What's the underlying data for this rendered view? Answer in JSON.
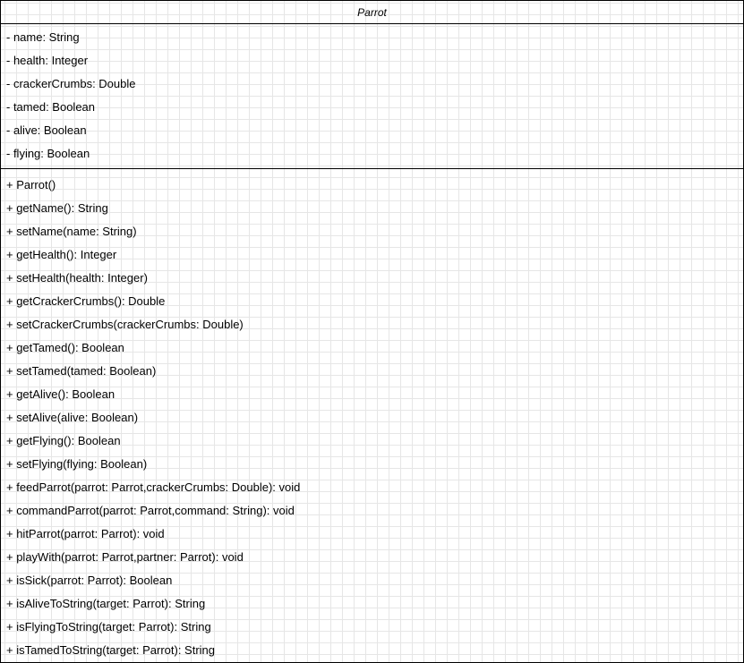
{
  "uml_class": {
    "name": "Parrot",
    "attributes": [
      "- name: String",
      "- health: Integer",
      "- crackerCrumbs: Double",
      "- tamed: Boolean",
      "- alive: Boolean",
      "- flying: Boolean"
    ],
    "methods": [
      "+ Parrot()",
      "+ getName(): String",
      "+ setName(name: String)",
      "+ getHealth(): Integer",
      "+ setHealth(health: Integer)",
      "+ getCrackerCrumbs(): Double",
      "+ setCrackerCrumbs(crackerCrumbs: Double)",
      "+ getTamed(): Boolean",
      "+ setTamed(tamed: Boolean)",
      "+ getAlive(): Boolean",
      "+ setAlive(alive: Boolean)",
      "+ getFlying(): Boolean",
      "+ setFlying(flying: Boolean)",
      "+ feedParrot(parrot: Parrot,crackerCrumbs: Double): void",
      "+ commandParrot(parrot: Parrot,command: String): void",
      "+ hitParrot(parrot: Parrot): void",
      "+ playWith(parrot: Parrot,partner: Parrot): void",
      "+ isSick(parrot: Parrot): Boolean",
      "+ isAliveToString(target: Parrot): String",
      "+ isFlyingToString(target: Parrot): String",
      "+ isTamedToString(target: Parrot): String"
    ]
  }
}
